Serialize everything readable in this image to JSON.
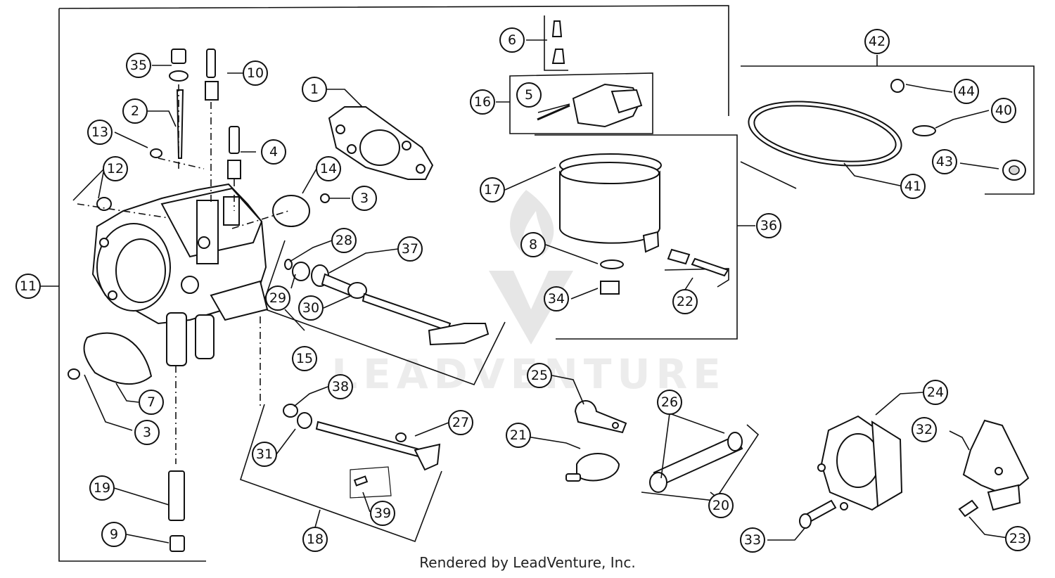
{
  "watermark": {
    "text": "LEADVENTURE"
  },
  "footer": {
    "credit": "Rendered by LeadVenture, Inc."
  },
  "callouts": [
    {
      "id": "c1",
      "label": "1"
    },
    {
      "id": "c2",
      "label": "2"
    },
    {
      "id": "c3a",
      "label": "3"
    },
    {
      "id": "c3b",
      "label": "3"
    },
    {
      "id": "c4",
      "label": "4"
    },
    {
      "id": "c5",
      "label": "5"
    },
    {
      "id": "c6",
      "label": "6"
    },
    {
      "id": "c7",
      "label": "7"
    },
    {
      "id": "c8",
      "label": "8"
    },
    {
      "id": "c9",
      "label": "9"
    },
    {
      "id": "c10",
      "label": "10"
    },
    {
      "id": "c11",
      "label": "11"
    },
    {
      "id": "c12",
      "label": "12"
    },
    {
      "id": "c13",
      "label": "13"
    },
    {
      "id": "c14",
      "label": "14"
    },
    {
      "id": "c15",
      "label": "15"
    },
    {
      "id": "c16",
      "label": "16"
    },
    {
      "id": "c17",
      "label": "17"
    },
    {
      "id": "c18",
      "label": "18"
    },
    {
      "id": "c19",
      "label": "19"
    },
    {
      "id": "c20",
      "label": "20"
    },
    {
      "id": "c21",
      "label": "21"
    },
    {
      "id": "c22",
      "label": "22"
    },
    {
      "id": "c23",
      "label": "23"
    },
    {
      "id": "c24",
      "label": "24"
    },
    {
      "id": "c25",
      "label": "25"
    },
    {
      "id": "c26",
      "label": "26"
    },
    {
      "id": "c27",
      "label": "27"
    },
    {
      "id": "c28",
      "label": "28"
    },
    {
      "id": "c29",
      "label": "29"
    },
    {
      "id": "c30",
      "label": "30"
    },
    {
      "id": "c31",
      "label": "31"
    },
    {
      "id": "c32",
      "label": "32"
    },
    {
      "id": "c33",
      "label": "33"
    },
    {
      "id": "c34",
      "label": "34"
    },
    {
      "id": "c35",
      "label": "35"
    },
    {
      "id": "c36",
      "label": "36"
    },
    {
      "id": "c37",
      "label": "37"
    },
    {
      "id": "c38",
      "label": "38"
    },
    {
      "id": "c39",
      "label": "39"
    },
    {
      "id": "c40",
      "label": "40"
    },
    {
      "id": "c41",
      "label": "41"
    },
    {
      "id": "c42",
      "label": "42"
    },
    {
      "id": "c43",
      "label": "43"
    },
    {
      "id": "c44",
      "label": "44"
    }
  ]
}
